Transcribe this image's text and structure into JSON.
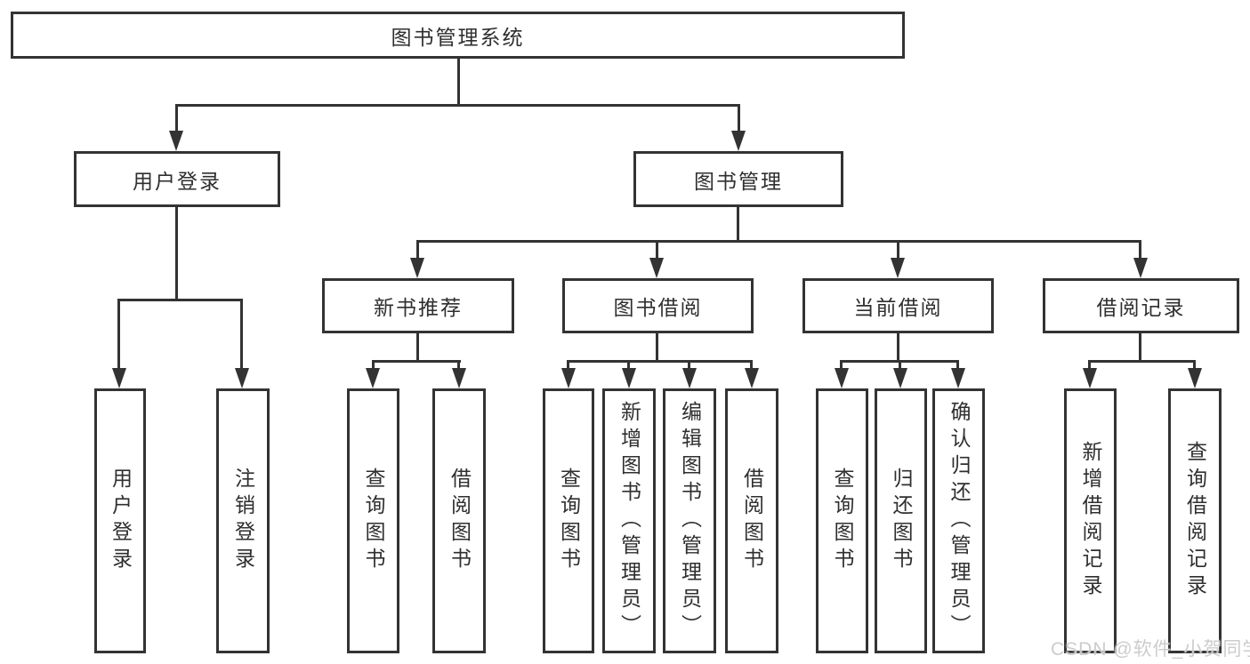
{
  "tree": {
    "label": "图书管理系统",
    "children": [
      {
        "label": "用户登录",
        "children": [
          {
            "label": "用户登录",
            "children": []
          },
          {
            "label": "注销登录",
            "children": []
          }
        ]
      },
      {
        "label": "图书管理",
        "children": [
          {
            "label": "新书推荐",
            "children": [
              {
                "label": "查询图书",
                "children": []
              },
              {
                "label": "借阅图书",
                "children": []
              }
            ]
          },
          {
            "label": "图书借阅",
            "children": [
              {
                "label": "查询图书",
                "children": []
              },
              {
                "label": "新增图书（管理员）",
                "children": []
              },
              {
                "label": "编辑图书（管理员）",
                "children": []
              },
              {
                "label": "借阅图书",
                "children": []
              }
            ]
          },
          {
            "label": "当前借阅",
            "children": [
              {
                "label": "查询图书",
                "children": []
              },
              {
                "label": "归还图书",
                "children": []
              },
              {
                "label": "确认归还（管理员）",
                "children": []
              }
            ]
          },
          {
            "label": "借阅记录",
            "children": [
              {
                "label": "新增借阅记录",
                "children": []
              },
              {
                "label": "查询借阅记录",
                "children": []
              }
            ]
          }
        ]
      }
    ]
  },
  "watermark": "CSDN @软件_小贺同学",
  "colors": {
    "line": "#333333",
    "text": "#2f2f2f",
    "watermark": "#c9c9c9",
    "background": "#ffffff"
  }
}
